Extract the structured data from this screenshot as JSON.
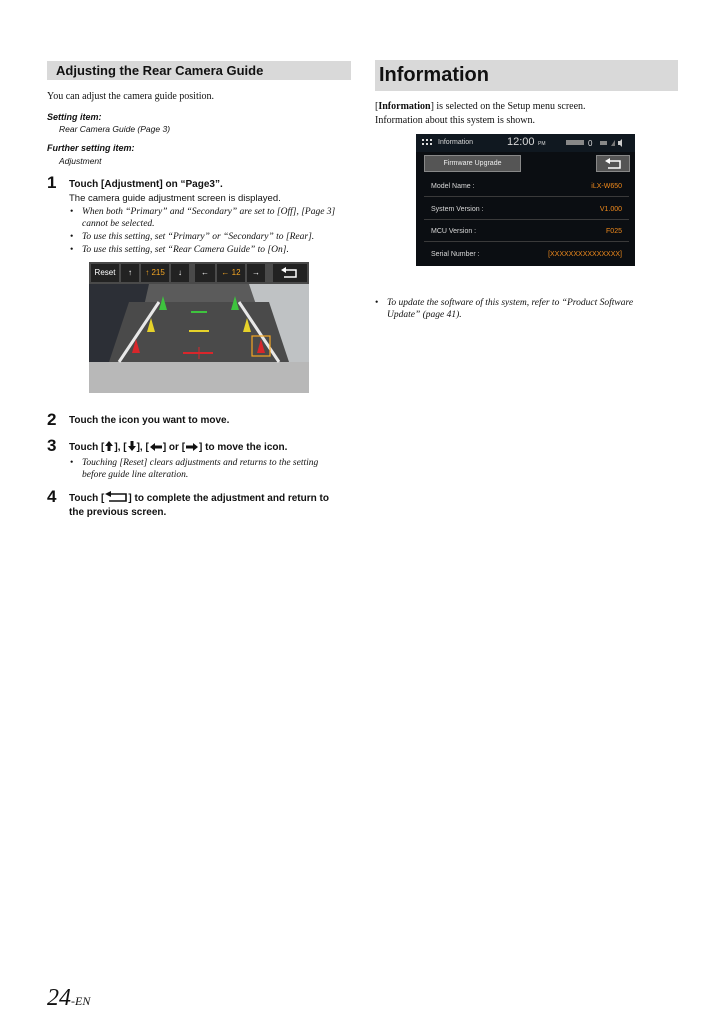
{
  "left_section": {
    "title": "Adjusting the Rear Camera Guide",
    "intro": "You can adjust the camera guide position.",
    "setting_item_label": "Setting item:",
    "setting_item_value": "Rear Camera Guide (Page 3)",
    "further_label": "Further setting item:",
    "further_value": "Adjustment",
    "steps": [
      {
        "num": "1",
        "pre": "Touch [",
        "bold_word": "Adjustment",
        "post": "] on “Page3”.",
        "sub": "The camera guide adjustment screen is displayed.",
        "bullets": [
          {
            "line1": "When both “Primary” and “Secondary” are set to [Off], [Page 3]",
            "line2": "cannot be selected."
          },
          {
            "line1": "To use this setting, set “Primary” or “Secondary” to [Rear].",
            "line2": ""
          },
          {
            "line1": "To use this setting, set “Rear Camera Guide” to [On].",
            "line2": ""
          }
        ]
      },
      {
        "num": "2",
        "text": "Touch the icon you want to move."
      },
      {
        "num": "3",
        "t1": "Touch [",
        "t2": "], [",
        "t3": "], [",
        "t4": "] or [",
        "t5": "] to move the icon.",
        "bullet_line1": "Touching [Reset] clears adjustments and returns to the setting",
        "bullet_line2": "before guide line alteration."
      },
      {
        "num": "4",
        "t1": "Touch [",
        "t2": "] to complete the adjustment and return to",
        "line2": "the previous screen."
      }
    ],
    "camera_screen": {
      "reset_label": "Reset",
      "up_value": "215",
      "left_value": "12"
    }
  },
  "right_section": {
    "title": "Information",
    "line1_bold": "Information",
    "line1_rest": "] is selected on the Setup menu screen.",
    "line2": "Information about this system is shown.",
    "screen": {
      "header_title": "Information",
      "clock": "12:00",
      "clock_suffix": "PM",
      "firmware_button": "Firmware Upgrade",
      "rows": [
        {
          "label": "Model Name :",
          "value": "iLX-W650"
        },
        {
          "label": "System Version :",
          "value": "V1.000"
        },
        {
          "label": "MCU Version :",
          "value": "F025"
        },
        {
          "label": "Serial Number :",
          "value": "[XXXXXXXXXXXXXXX]"
        }
      ]
    },
    "note_line1": "To update the software of this system, refer to “Product Software",
    "note_line2": "Update” (page 41)."
  },
  "footer": {
    "page_number": "24",
    "suffix": "-EN"
  },
  "colors": {
    "section_bar": "#d9d9d9",
    "accent_orange": "#f08a1c"
  }
}
